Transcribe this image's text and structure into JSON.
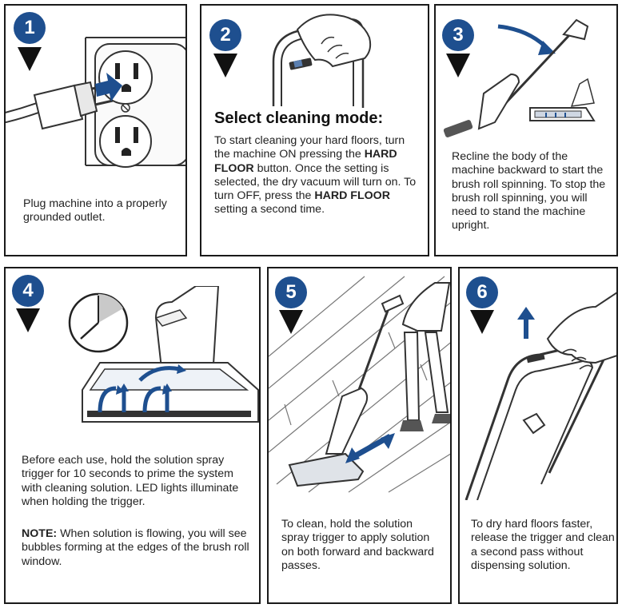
{
  "steps": [
    {
      "number": "1",
      "text": "Plug machine into a properly grounded outlet."
    },
    {
      "number": "2",
      "heading": "Select cleaning mode:",
      "text_a": "To start cleaning your hard floors, turn the machine ON pressing the ",
      "bold_a": "HARD FLOOR",
      "text_b": " button. Once the setting is selected, the dry vacuum will turn on. To turn OFF, press the ",
      "bold_b": "HARD FLOOR",
      "text_c": " setting a second time."
    },
    {
      "number": "3",
      "text": "Recline the body of the machine backward to start the brush roll spinning. To stop the brush roll spinning, you will need to stand the machine upright."
    },
    {
      "number": "4",
      "text": "Before each use, hold the solution spray trigger for 10 seconds to prime the system with cleaning solution. LED lights illuminate when holding the trigger.",
      "note_label": "NOTE:",
      "note_text": " When solution is flowing, you will see bubbles forming at the edges of the brush roll window."
    },
    {
      "number": "5",
      "text": "To clean, hold the solution spray trigger to apply solution on both forward and backward passes."
    },
    {
      "number": "6",
      "text": "To dry hard floors faster, release the trigger and clean a second pass without dispensing solution."
    }
  ],
  "colors": {
    "badge": "#1e4f8f",
    "accent_arrow": "#1e4f8f",
    "border": "#1a1a1a"
  }
}
